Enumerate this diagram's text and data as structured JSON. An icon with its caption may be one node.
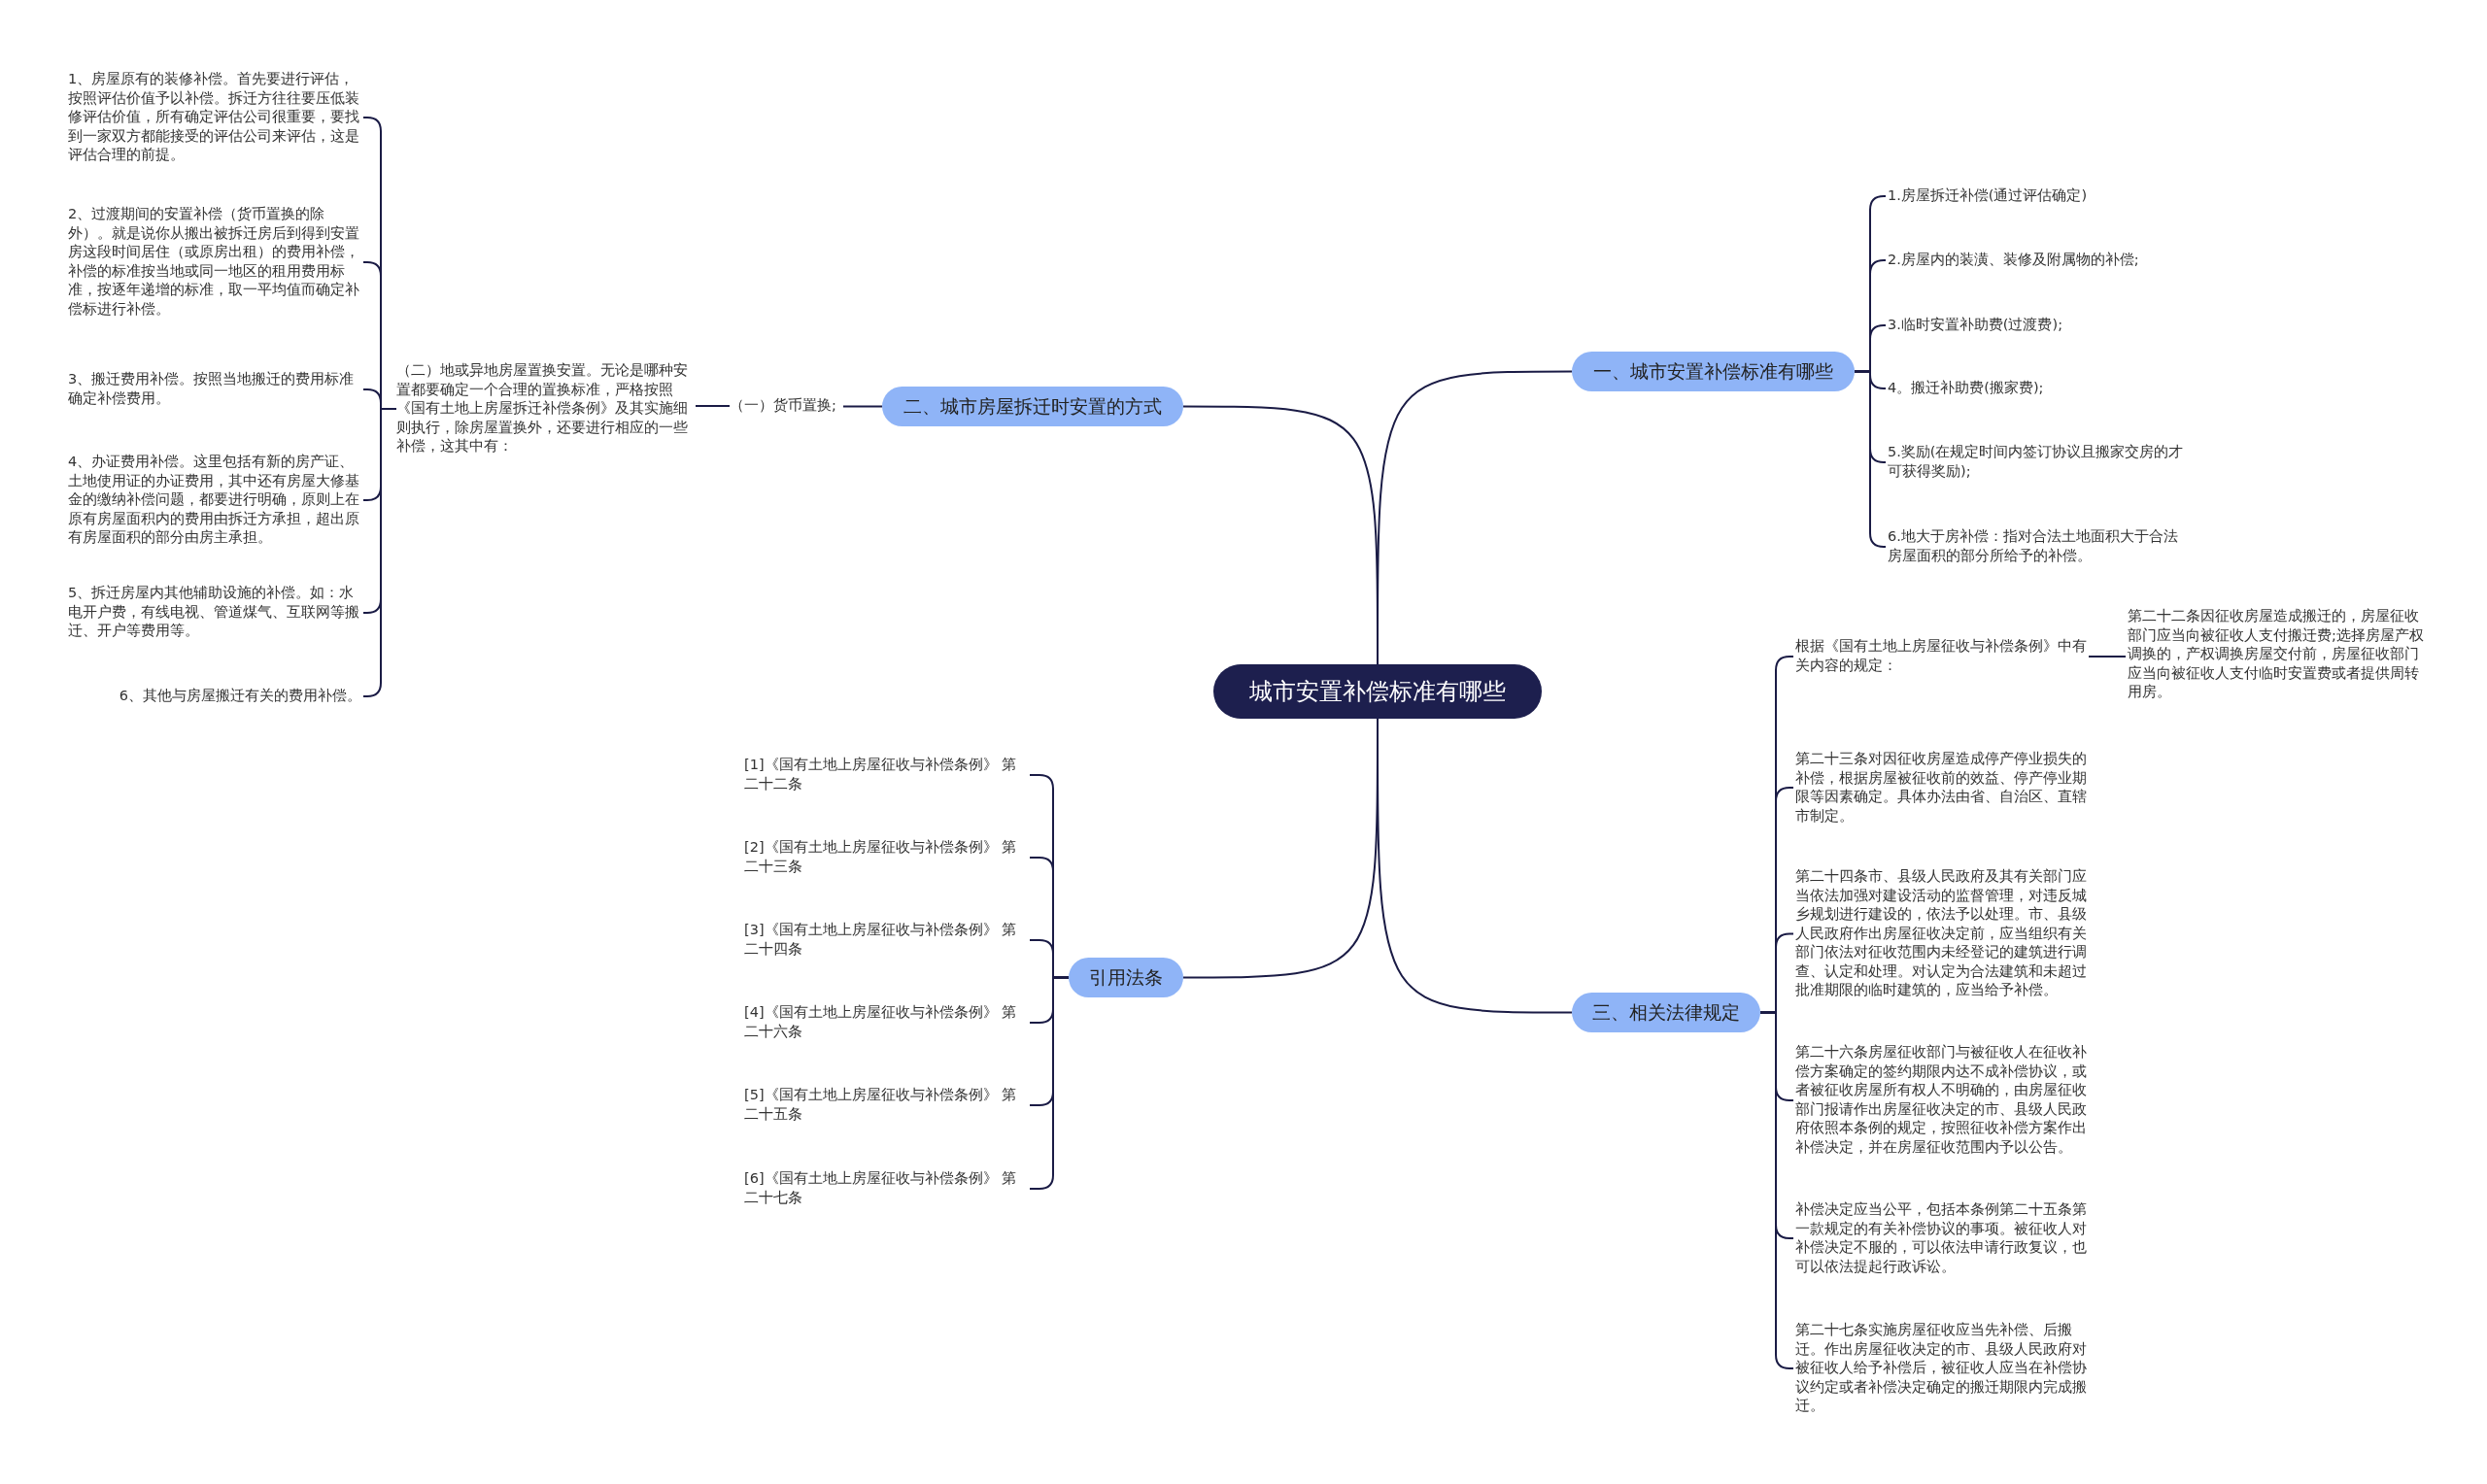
{
  "diagram": {
    "nodes": [
      {
        "text": [
          "城市安置补偿标准有哪些"
        ]
      },
      {
        "text": [
          "一、城市安置补偿标准有哪些"
        ]
      },
      {
        "text": [
          "1.房屋拆迁补偿(通过评估确定)"
        ]
      },
      {
        "text": [
          "2.房屋内的装潢、装修及附属物的补偿;"
        ]
      },
      {
        "text": [
          "3.临时安置补助费(过渡费);"
        ]
      },
      {
        "text": [
          "4。搬迁补助费(搬家费);"
        ]
      },
      {
        "text": [
          "5.奖励(在规定时间内签订协议且搬家交房的才可获得奖励);"
        ]
      },
      {
        "text": [
          "6.地大于房补偿：指对合法土地面积大于合法房屋面积的部分所给予的补偿。"
        ]
      },
      {
        "text": [
          "二、城市房屋拆迁时安置的方式"
        ]
      },
      {
        "text": [
          "（一）货币置换;"
        ]
      },
      {
        "text": [
          "（二）地或异地房屋置换安置。无论是哪种安置都要确定一个合理的置换标准，严格按照《国有土地上房屋拆迁补偿条例》及其实施细则执行，除房屋置换外，还要进行相应的一些补偿，这其中有："
        ]
      },
      {
        "text": [
          "1、房屋原有的装修补偿。首先要进行评估，按照评估价值予以补偿。拆迁方往往要压低装修评估价值，所有确定评估公司很重要，要找到一家双方都能接受的评估公司来评估，这是评估合理的前提。"
        ]
      },
      {
        "text": [
          "2、过渡期间的安置补偿（货币置换的除外）。就是说你从搬出被拆迁房后到得到安置房这段时间居住（或原房出租）的费用补偿，补偿的标准按当地或同一地区的租用费用标准，按逐年递增的标准，取一平均值而确定补偿标进行补偿。"
        ]
      },
      {
        "text": [
          "3、搬迁费用补偿。按照当地搬迁的费用标准确定补偿费用。"
        ]
      },
      {
        "text": [
          "4、办证费用补偿。这里包括有新的房产证、土地使用证的办证费用，其中还有房屋大修基金的缴纳补偿问题，都要进行明确，原则上在原有房屋面积内的费用由拆迁方承担，超出原有房屋面积的部分由房主承担。"
        ]
      },
      {
        "text": [
          "5、拆迁房屋内其他辅助设施的补偿。如：水电开户费，有线电视、管道煤气、互联网等搬迁、开户等费用等。"
        ]
      },
      {
        "text": [
          "6、其他与房屋搬迁有关的费用补偿。"
        ]
      },
      {
        "text": [
          "引用法条"
        ]
      },
      {
        "text": [
          "[1]《国有土地上房屋征收与补偿条例》 第二十二条"
        ]
      },
      {
        "text": [
          "[2]《国有土地上房屋征收与补偿条例》 第二十三条"
        ]
      },
      {
        "text": [
          "[3]《国有土地上房屋征收与补偿条例》 第二十四条"
        ]
      },
      {
        "text": [
          "[4]《国有土地上房屋征收与补偿条例》 第二十六条"
        ]
      },
      {
        "text": [
          "[5]《国有土地上房屋征收与补偿条例》 第二十五条"
        ]
      },
      {
        "text": [
          "[6]《国有土地上房屋征收与补偿条例》 第二十七条"
        ]
      },
      {
        "text": [
          "三、相关法律规定"
        ]
      },
      {
        "text": [
          "根据《国有土地上房屋征收与补偿条例》中有关内容的规定："
        ]
      },
      {
        "text": [
          "第二十二条因征收房屋造成搬迁的，房屋征收部门应当向被征收人支付搬迁费;选择房屋产权调换的，产权调换房屋交付前，房屋征收部门应当向被征收人支付临时安置费或者提供周转用房。"
        ]
      },
      {
        "text": [
          "第二十三条对因征收房屋造成停产停业损失的补偿，根据房屋被征收前的效益、停产停业期限等因素确定。具体办法由省、自治区、直辖市制定。"
        ]
      },
      {
        "text": [
          "第二十四条市、县级人民政府及其有关部门应当依法加强对建设活动的监督管理，对违反城乡规划进行建设的，依法予以处理。市、县级人民政府作出房屋征收决定前，应当组织有关部门依法对征收范围内未经登记的建筑进行调查、认定和处理。对认定为合法建筑和未超过批准期限的临时建筑的，应当给予补偿。"
        ]
      },
      {
        "text": [
          "第二十六条房屋征收部门与被征收人在征收补偿方案确定的签约期限内达不成补偿协议，或者被征收房屋所有权人不明确的，由房屋征收部门报请作出房屋征收决定的市、县级人民政府依照本条例的规定，按照征收补偿方案作出补偿决定，并在房屋征收范围内予以公告。"
        ]
      },
      {
        "text": [
          "补偿决定应当公平，包括本条例第二十五条第一款规定的有关补偿协议的事项。被征收人对补偿决定不服的，可以依法申请行政复议，也可以依法提起行政诉讼。"
        ]
      },
      {
        "text": [
          "第二十七条实施房屋征收应当先补偿、后搬迁。作出房屋征收决定的市、县级人民政府对被征收人给予补偿后，被征收人应当在补偿协议约定或者补偿决定确定的搬迁期限内完成搬迁。"
        ]
      }
    ],
    "edges": [
      {
        "from": 0,
        "to": 1,
        "arrow": "none"
      },
      {
        "from": 1,
        "to": 2,
        "arrow": "none"
      },
      {
        "from": 1,
        "to": 3,
        "arrow": "none"
      },
      {
        "from": 1,
        "to": 4,
        "arrow": "none"
      },
      {
        "from": 1,
        "to": 5,
        "arrow": "none"
      },
      {
        "from": 1,
        "to": 6,
        "arrow": "none"
      },
      {
        "from": 1,
        "to": 7,
        "arrow": "none"
      },
      {
        "from": 0,
        "to": 8,
        "arrow": "none"
      },
      {
        "from": 8,
        "to": 9,
        "arrow": "none"
      },
      {
        "from": 9,
        "to": 10,
        "arrow": "none"
      },
      {
        "from": 10,
        "to": 11,
        "arrow": "none"
      },
      {
        "from": 10,
        "to": 12,
        "arrow": "none"
      },
      {
        "from": 10,
        "to": 13,
        "arrow": "none"
      },
      {
        "from": 10,
        "to": 14,
        "arrow": "none"
      },
      {
        "from": 10,
        "to": 15,
        "arrow": "none"
      },
      {
        "from": 10,
        "to": 16,
        "arrow": "none"
      },
      {
        "from": 0,
        "to": 17,
        "arrow": "none"
      },
      {
        "from": 17,
        "to": 18,
        "arrow": "none"
      },
      {
        "from": 17,
        "to": 19,
        "arrow": "none"
      },
      {
        "from": 17,
        "to": 20,
        "arrow": "none"
      },
      {
        "from": 17,
        "to": 21,
        "arrow": "none"
      },
      {
        "from": 17,
        "to": 22,
        "arrow": "none"
      },
      {
        "from": 17,
        "to": 23,
        "arrow": "none"
      },
      {
        "from": 0,
        "to": 24,
        "arrow": "none"
      },
      {
        "from": 24,
        "to": 25,
        "arrow": "none"
      },
      {
        "from": 25,
        "to": 26,
        "arrow": "none"
      },
      {
        "from": 24,
        "to": 27,
        "arrow": "none"
      },
      {
        "from": 24,
        "to": 28,
        "arrow": "none"
      },
      {
        "from": 24,
        "to": 29,
        "arrow": "none"
      },
      {
        "from": 24,
        "to": 30,
        "arrow": "none"
      },
      {
        "from": 24,
        "to": 31,
        "arrow": "none"
      }
    ]
  }
}
